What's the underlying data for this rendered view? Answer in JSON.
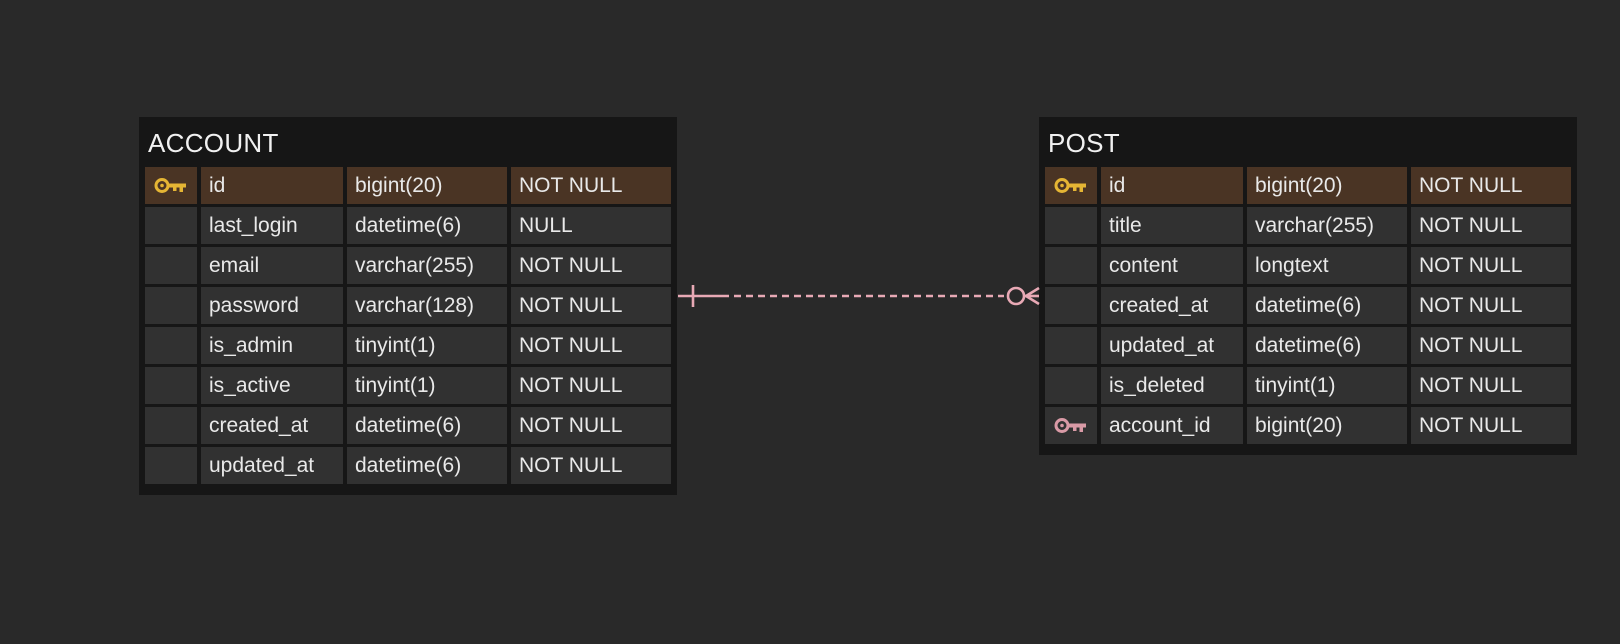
{
  "colors": {
    "background": "#292929",
    "table_body": "#161616",
    "cell": "#313131",
    "primary_key_row": "#4a3424",
    "primary_key_icon": "#e5b534",
    "foreign_key_icon": "#d99aa6",
    "relationship_line": "#e8a9b5"
  },
  "tables": {
    "account": {
      "name": "ACCOUNT",
      "columns": [
        {
          "name": "id",
          "type": "bigint(20)",
          "nullability": "NOT NULL",
          "key": "primary-key-icon"
        },
        {
          "name": "last_login",
          "type": "datetime(6)",
          "nullability": "NULL",
          "key": ""
        },
        {
          "name": "email",
          "type": "varchar(255)",
          "nullability": "NOT NULL",
          "key": ""
        },
        {
          "name": "password",
          "type": "varchar(128)",
          "nullability": "NOT NULL",
          "key": ""
        },
        {
          "name": "is_admin",
          "type": "tinyint(1)",
          "nullability": "NOT NULL",
          "key": ""
        },
        {
          "name": "is_active",
          "type": "tinyint(1)",
          "nullability": "NOT NULL",
          "key": ""
        },
        {
          "name": "created_at",
          "type": "datetime(6)",
          "nullability": "NOT NULL",
          "key": ""
        },
        {
          "name": "updated_at",
          "type": "datetime(6)",
          "nullability": "NOT NULL",
          "key": ""
        }
      ]
    },
    "post": {
      "name": "POST",
      "columns": [
        {
          "name": "id",
          "type": "bigint(20)",
          "nullability": "NOT NULL",
          "key": "primary-key-icon"
        },
        {
          "name": "title",
          "type": "varchar(255)",
          "nullability": "NOT NULL",
          "key": ""
        },
        {
          "name": "content",
          "type": "longtext",
          "nullability": "NOT NULL",
          "key": ""
        },
        {
          "name": "created_at",
          "type": "datetime(6)",
          "nullability": "NOT NULL",
          "key": ""
        },
        {
          "name": "updated_at",
          "type": "datetime(6)",
          "nullability": "NOT NULL",
          "key": ""
        },
        {
          "name": "is_deleted",
          "type": "tinyint(1)",
          "nullability": "NOT NULL",
          "key": ""
        },
        {
          "name": "account_id",
          "type": "bigint(20)",
          "nullability": "NOT NULL",
          "key": "foreign-key-icon"
        }
      ]
    }
  },
  "relationship": {
    "from_table": "ACCOUNT",
    "to_table": "POST",
    "from_cardinality": "one-mandatory",
    "to_cardinality": "zero-or-many",
    "line_style": "dashed"
  }
}
